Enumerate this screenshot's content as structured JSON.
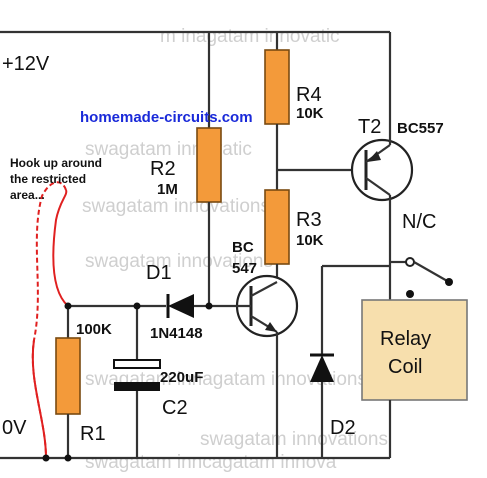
{
  "labels": {
    "supply_pos": "+12V",
    "supply_gnd": "0V",
    "website": "homemade-circuits.com",
    "hook_note": [
      "Hook up around",
      "the restricted",
      "area..."
    ],
    "r1_name": "R1",
    "r1_value": "100K",
    "r2_name": "R2",
    "r2_value": "1M",
    "r3_name": "R3",
    "r3_value": "10K",
    "r4_name": "R4",
    "r4_value": "10K",
    "d1_name": "D1",
    "d1_value": "1N4148",
    "d2_name": "D2",
    "c2_name": "C2",
    "c2_value": "220uF",
    "t1_type_line1": "BC",
    "t1_type_line2": "547",
    "t2_name": "T2",
    "t2_type": "BC557",
    "relay_contact": "N/C",
    "relay_line1": "Relay",
    "relay_line2": "Coil"
  },
  "watermark": [
    "m inagatam innovatic",
    "swagatam innovatic",
    "swagatam innovations",
    "swagatam innagatam innovations",
    "swagatam innovations",
    "swagatam innovations",
    "swagatam inncagatam innova"
  ],
  "colors": {
    "resistor_fill": "#f39a3a",
    "relay_fill": "#f7dfad",
    "wire": "#333333",
    "hook_loop": "#e02020",
    "website_text": "#1a2ad9",
    "watermark": "#cfcfcf"
  }
}
